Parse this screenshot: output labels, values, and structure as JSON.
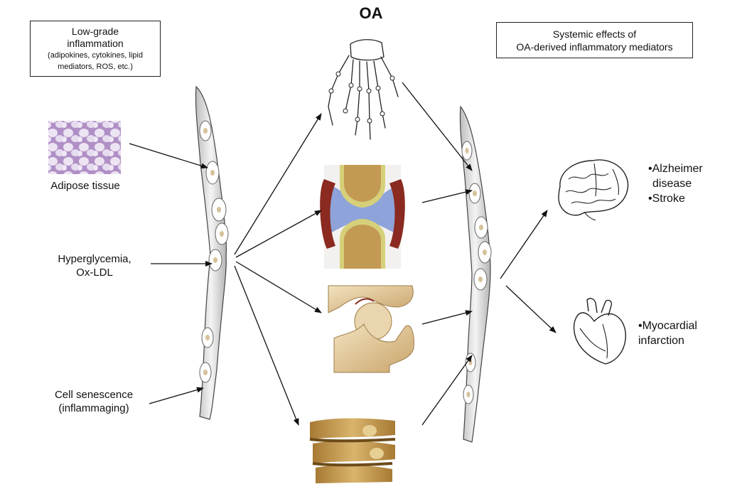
{
  "title": "OA",
  "left_box": {
    "heading_line1": "Low-grade",
    "heading_line2": "inflammation",
    "detail_line1": "(adipokines, cytokines, lipid",
    "detail_line2": "mediators, ROS, etc.)"
  },
  "right_box": {
    "line1": "Systemic effects of",
    "line2": "OA-derived inflammatory mediators"
  },
  "inputs": {
    "adipose": "Adipose tissue",
    "hyperglycemia_line1": "Hyperglycemia,",
    "hyperglycemia_line2": "Ox-LDL",
    "senescence_line1": "Cell senescence",
    "senescence_line2": "(inflammaging)"
  },
  "outcomes": {
    "brain_line1": "•Alzheimer",
    "brain_line2": "disease",
    "brain_line3": "•Stroke",
    "heart_line1": "•Myocardial",
    "heart_line2": "infarction"
  },
  "icons": [
    "adipose-tissue-image",
    "hand-skeleton-icon",
    "knee-joint-image",
    "hip-joint-image",
    "spine-image",
    "blood-vessel-icon",
    "brain-icon",
    "heart-icon"
  ]
}
